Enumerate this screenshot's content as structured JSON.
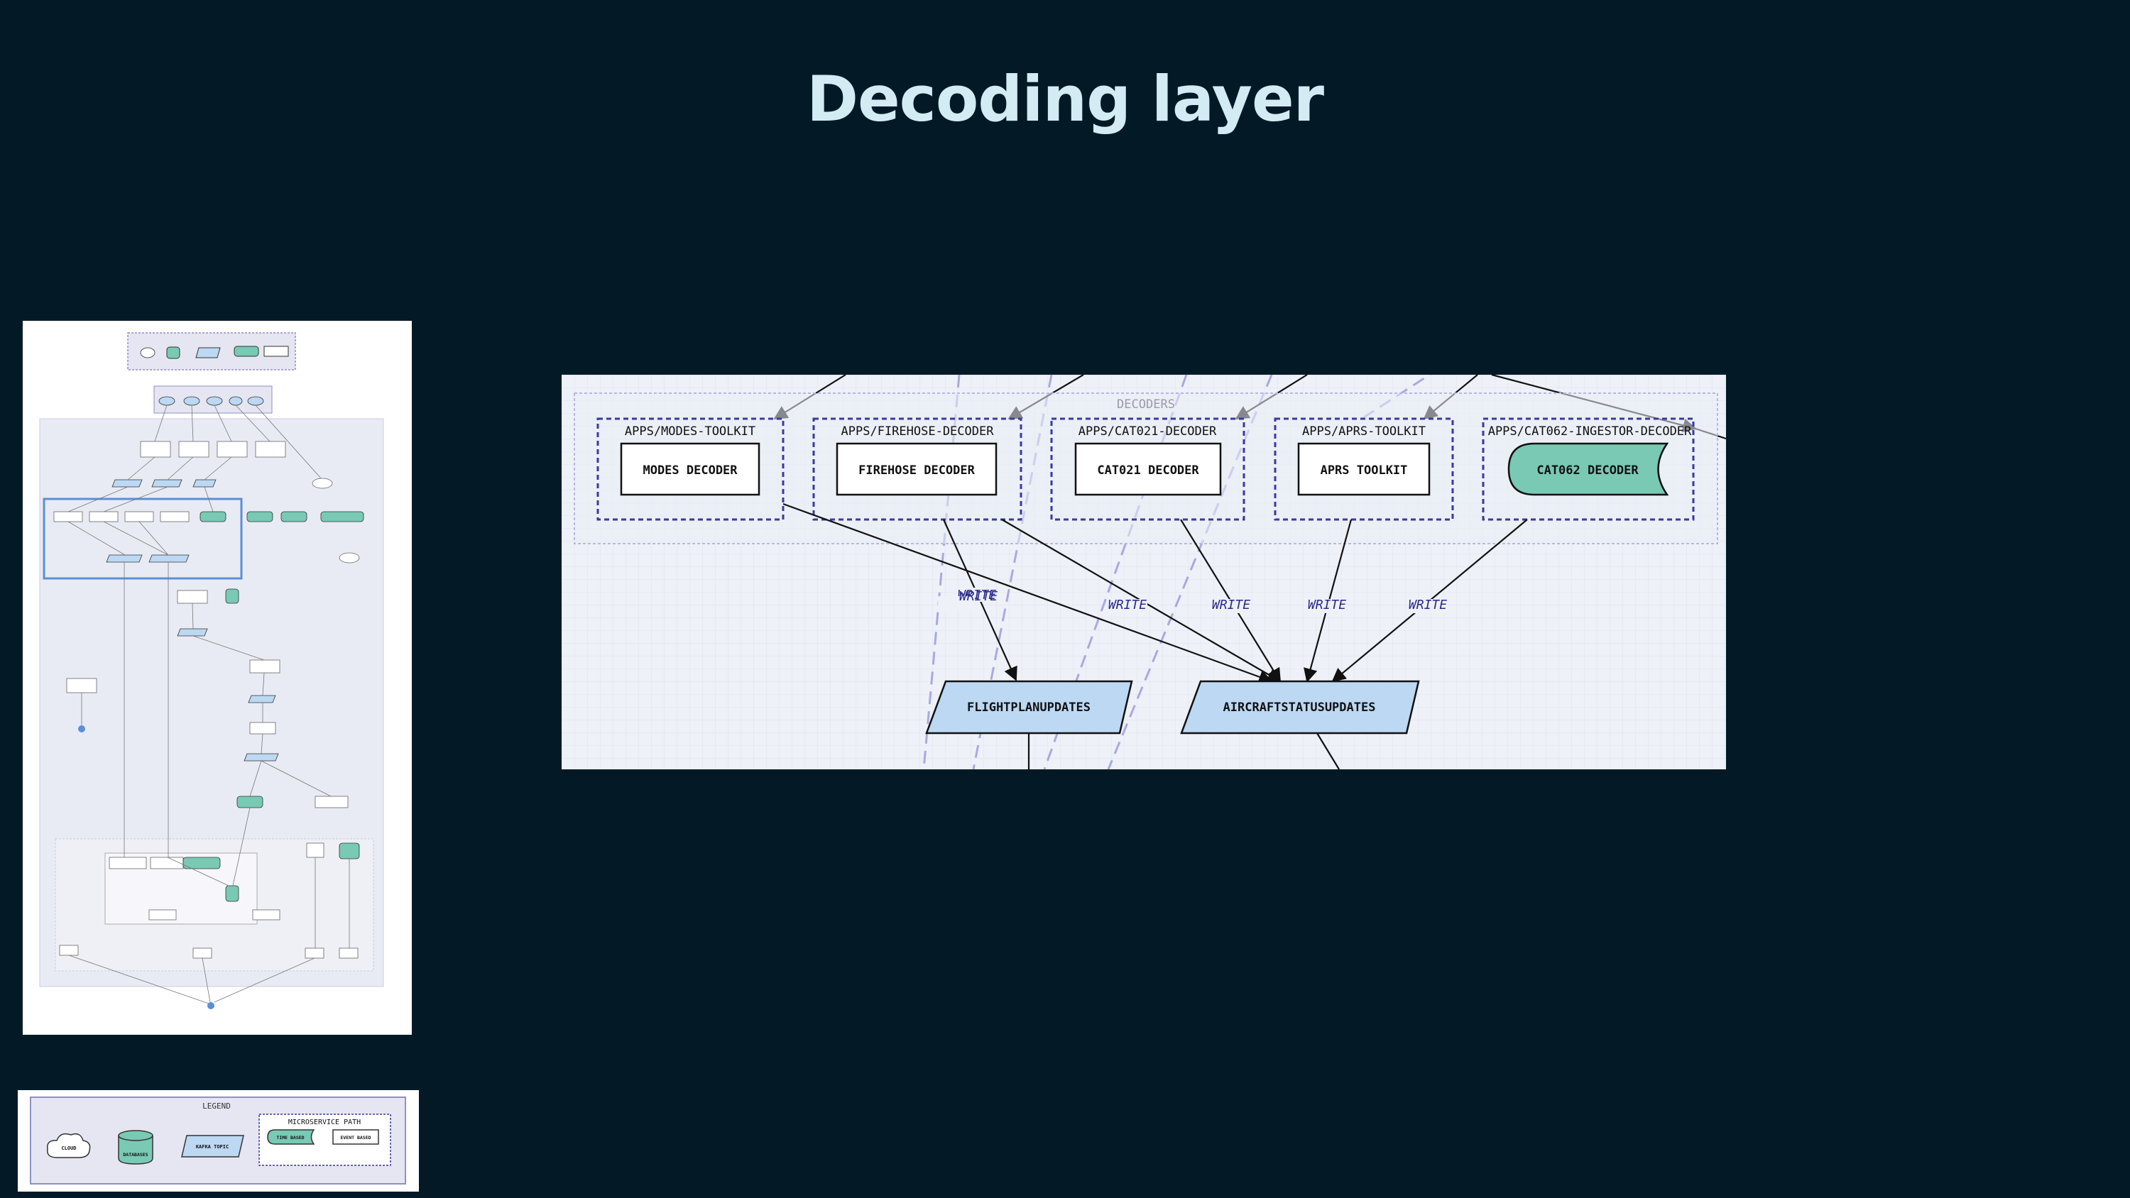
{
  "slide": {
    "title": "Decoding layer"
  },
  "detail": {
    "group_label": "DECODERS",
    "edge_label": "WRITE",
    "decoders": [
      {
        "app": "APPS/MODES-TOOLKIT",
        "name": "MODES DECODER",
        "style": "event-based"
      },
      {
        "app": "APPS/FIREHOSE-DECODER",
        "name": "FIREHOSE DECODER",
        "style": "event-based"
      },
      {
        "app": "APPS/CAT021-DECODER",
        "name": "CAT021 DECODER",
        "style": "event-based"
      },
      {
        "app": "APPS/APRS-TOOLKIT",
        "name": "APRS TOOLKIT",
        "style": "event-based"
      },
      {
        "app": "APPS/CAT062-INGESTOR-DECODER",
        "name": "CAT062 DECODER",
        "style": "time-based"
      }
    ],
    "topics": [
      {
        "name": "FLIGHTPLANUPDATES"
      },
      {
        "name": "AIRCRAFTSTATUSUPDATES"
      }
    ]
  },
  "legend": {
    "title": "LEGEND",
    "cloud": "CLOUD",
    "database": "DATABASES",
    "kafka_topic": "KAFKA TOPIC",
    "microservice_path": "MICROSERVICE PATH",
    "time_based": "TIME BASED",
    "event_based": "EVENT BASED"
  },
  "colors": {
    "background": "#031a26",
    "title": "#d3ecf4",
    "detail_background": "#eef1f7",
    "database_teal": "#79c9b4",
    "topic_blue": "#bcd8f2",
    "dashed_border": "#3a3a9c",
    "highlight_blue": "#5b8fd6"
  }
}
